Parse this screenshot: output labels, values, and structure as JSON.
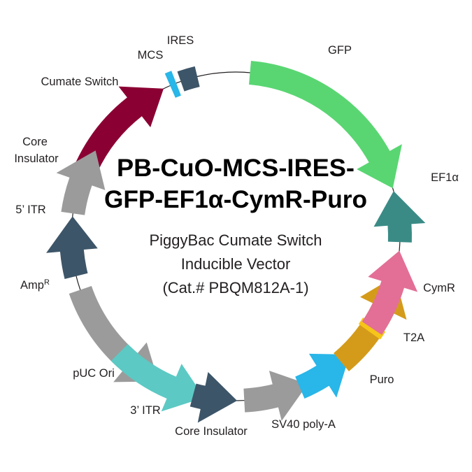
{
  "title": {
    "line1": "PB-CuO-MCS-IRES-",
    "line2": "GFP-EF1α-CymR-Puro"
  },
  "subtitle": {
    "line1": "PiggyBac Cumate Switch",
    "line2": "Inducible Vector",
    "line3": "(Cat.# PBQM812A-1)"
  },
  "backbone_color": "#231f20",
  "features": [
    {
      "id": "ires",
      "kind": "box",
      "label": "IRES",
      "color": "#3d5568"
    },
    {
      "id": "mcs",
      "kind": "bar",
      "label": "MCS",
      "color": "#29b6e8"
    },
    {
      "id": "cumate-switch",
      "kind": "arrow",
      "direction": "clockwise",
      "label": "Cumate Switch",
      "color": "#8b0033"
    },
    {
      "id": "core-insulator-top",
      "kind": "arrow",
      "direction": "clockwise",
      "label_line1": "Core",
      "label_line2": "Insulator",
      "color": "#9b9b9b"
    },
    {
      "id": "five-itr",
      "kind": "arrow",
      "direction": "clockwise",
      "label": "5’ ITR",
      "color": "#3d5568"
    },
    {
      "id": "ampr",
      "kind": "arrow",
      "direction": "counterclockwise",
      "label": "Amp",
      "label_sup": "R",
      "color": "#9b9b9b"
    },
    {
      "id": "puc-ori",
      "kind": "arrow",
      "direction": "counterclockwise",
      "label": "pUC Ori",
      "color": "#5cc9c4"
    },
    {
      "id": "three-itr",
      "kind": "arrow",
      "direction": "counterclockwise",
      "label": "3’ ITR",
      "color": "#3d5568"
    },
    {
      "id": "core-insulator-bottom",
      "kind": "arrow",
      "direction": "counterclockwise",
      "label": "Core Insulator",
      "color": "#9b9b9b"
    },
    {
      "id": "sv40-polya",
      "kind": "arrow",
      "direction": "counterclockwise",
      "label": "SV40 poly-A",
      "color": "#29b6e8"
    },
    {
      "id": "puro",
      "kind": "arrow",
      "direction": "counterclockwise",
      "label": "Puro",
      "color": "#d49b1a"
    },
    {
      "id": "t2a",
      "kind": "bar",
      "label": "T2A",
      "color": "#f6c519"
    },
    {
      "id": "cymr",
      "kind": "arrow",
      "direction": "counterclockwise",
      "label": "CymR",
      "color": "#e36f96"
    },
    {
      "id": "ef1a",
      "kind": "arrow",
      "direction": "counterclockwise",
      "label": "EF1α",
      "color": "#3a8b86"
    },
    {
      "id": "gfp",
      "kind": "arrow",
      "direction": "clockwise",
      "label": "GFP",
      "color": "#59d672"
    }
  ]
}
